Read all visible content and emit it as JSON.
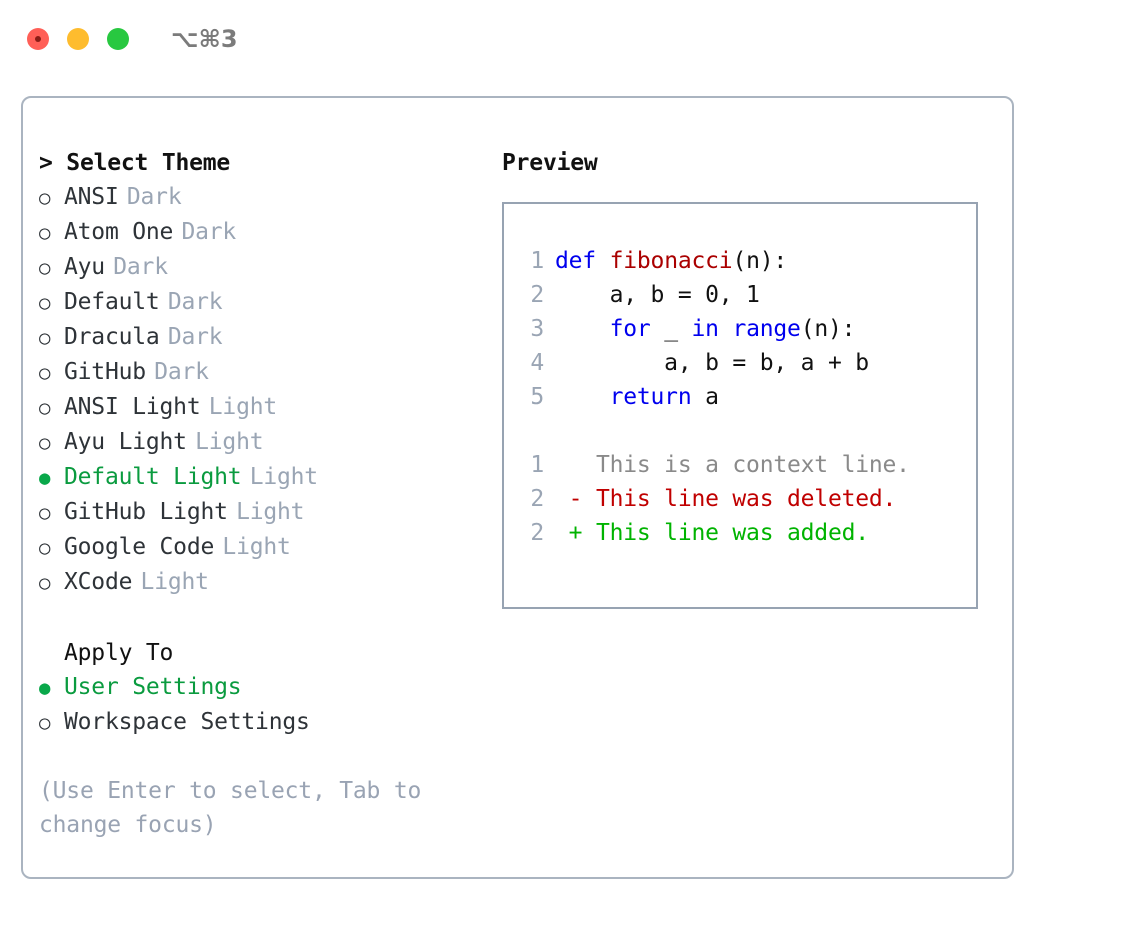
{
  "window": {
    "traffic_lights": [
      "close-button",
      "minimize-button",
      "maximize-button"
    ],
    "shortcut": "⌥⌘3"
  },
  "theme_list": {
    "header": "> Select Theme",
    "items": [
      {
        "marker": "○",
        "label": "ANSI",
        "category": "Dark",
        "selected": false
      },
      {
        "marker": "○",
        "label": "Atom One",
        "category": "Dark",
        "selected": false
      },
      {
        "marker": "○",
        "label": "Ayu",
        "category": "Dark",
        "selected": false
      },
      {
        "marker": "○",
        "label": "Default",
        "category": "Dark",
        "selected": false
      },
      {
        "marker": "○",
        "label": "Dracula",
        "category": "Dark",
        "selected": false
      },
      {
        "marker": "○",
        "label": "GitHub",
        "category": "Dark",
        "selected": false
      },
      {
        "marker": "○",
        "label": "ANSI Light",
        "category": "Light",
        "selected": false
      },
      {
        "marker": "○",
        "label": "Ayu Light",
        "category": "Light",
        "selected": false
      },
      {
        "marker": "●",
        "label": "Default Light",
        "category": "Light",
        "selected": true
      },
      {
        "marker": "○",
        "label": "GitHub Light",
        "category": "Light",
        "selected": false
      },
      {
        "marker": "○",
        "label": "Google Code",
        "category": "Light",
        "selected": false
      },
      {
        "marker": "○",
        "label": "XCode",
        "category": "Light",
        "selected": false
      }
    ]
  },
  "apply_to": {
    "header": "Apply To",
    "items": [
      {
        "marker": "●",
        "label": "User Settings",
        "selected": true
      },
      {
        "marker": "○",
        "label": "Workspace Settings",
        "selected": false
      }
    ]
  },
  "hint": "(Use Enter to select, Tab to change focus)",
  "preview": {
    "title": "Preview",
    "code_lines": [
      {
        "num": "1",
        "tokens": [
          {
            "t": "def",
            "c": "kw"
          },
          {
            "t": " ",
            "c": "plain"
          },
          {
            "t": "fibonacci",
            "c": "fn"
          },
          {
            "t": "(n):",
            "c": "plain"
          }
        ]
      },
      {
        "num": "2",
        "tokens": [
          {
            "t": "    a, b = 0, 1",
            "c": "plain"
          }
        ]
      },
      {
        "num": "3",
        "tokens": [
          {
            "t": "    ",
            "c": "plain"
          },
          {
            "t": "for",
            "c": "kw"
          },
          {
            "t": " _ ",
            "c": "plain"
          },
          {
            "t": "in",
            "c": "kw"
          },
          {
            "t": " ",
            "c": "plain"
          },
          {
            "t": "range",
            "c": "kw"
          },
          {
            "t": "(n):",
            "c": "plain"
          }
        ]
      },
      {
        "num": "4",
        "tokens": [
          {
            "t": "        a, b = b, a + b",
            "c": "plain"
          }
        ]
      },
      {
        "num": "5",
        "tokens": [
          {
            "t": "    ",
            "c": "plain"
          },
          {
            "t": "return",
            "c": "kw"
          },
          {
            "t": " a",
            "c": "plain"
          }
        ]
      }
    ],
    "diff_lines": [
      {
        "num": "1",
        "text": "   This is a context line.",
        "kind": "ctx"
      },
      {
        "num": "2",
        "text": " - This line was deleted.",
        "kind": "del"
      },
      {
        "num": "2",
        "text": " + This line was added.",
        "kind": "add"
      }
    ]
  },
  "colors": {
    "accent_green": "#0a9b3f",
    "border": "#aab4c0",
    "preview_border": "#97a3b2",
    "muted": "#9aa5b4",
    "keyword_blue": "#0000ee",
    "function_red": "#aa0000",
    "diff_del": "#c00000",
    "diff_add": "#00b300",
    "light_red": "#ff5f57",
    "light_yellow": "#febc2e",
    "light_green": "#28c840"
  }
}
